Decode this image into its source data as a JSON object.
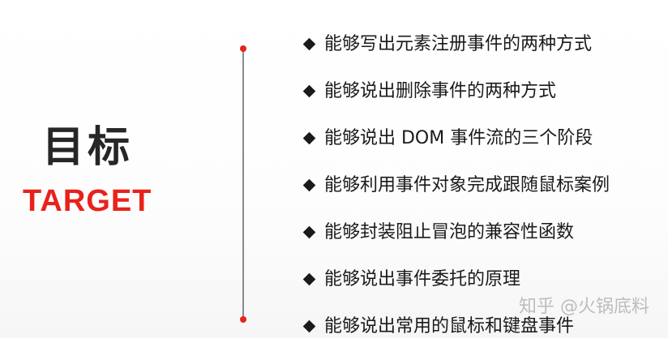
{
  "title": {
    "chinese": "目标",
    "english": "TARGET"
  },
  "goals": [
    "能够写出元素注册事件的两种方式",
    "能够说出删除事件的两种方式",
    "能够说出 DOM 事件流的三个阶段",
    "能够利用事件对象完成跟随鼠标案例",
    "能够封装阻止冒泡的兼容性函数",
    "能够说出事件委托的原理",
    "能够说出常用的鼠标和键盘事件"
  ],
  "watermark": "知乎 @火锅底料",
  "colors": {
    "accent": "#e8221b",
    "text": "#1a1a1a",
    "timeline": "#8a8a8a"
  },
  "icons": {
    "bullet": "diamond-bullet-icon",
    "timeline_marker": "red-dot-icon"
  }
}
